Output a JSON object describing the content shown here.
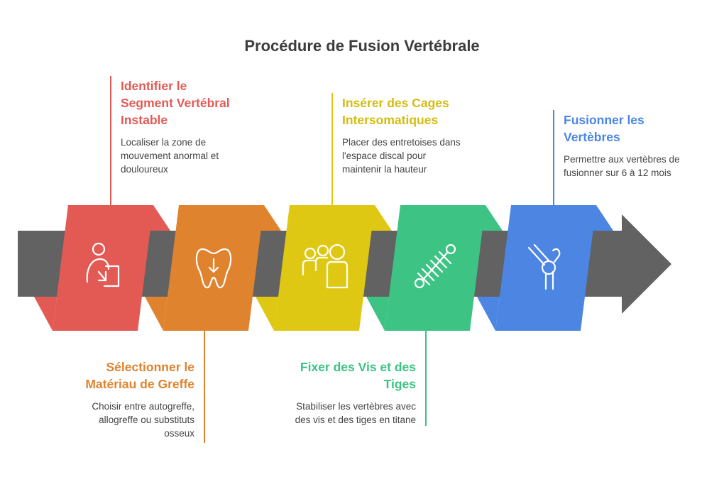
{
  "title": "Procédure de Fusion Vertébrale",
  "steps": [
    {
      "title_lines": [
        "Identifier le",
        "Segment Vertébral",
        "Instable"
      ],
      "desc_lines": [
        "Localiser la zone de",
        "mouvement anormal et",
        "douloureux"
      ],
      "color": "#E35A55",
      "dark": "#B8403C",
      "icon": "hand-pointing-person-icon"
    },
    {
      "title_lines": [
        "Sélectionner le",
        "Matériau de Greffe"
      ],
      "desc_lines": [
        "Choisir entre autogreffe,",
        "allogreffe ou substituts",
        "osseux"
      ],
      "color": "#E0832F",
      "dark": "#B46520",
      "icon": "tooth-arrow-icon"
    },
    {
      "title_lines": [
        "Insérer des Cages",
        "Intersomatiques"
      ],
      "desc_lines": [
        "Placer des entretoises dans",
        "l'espace discal pour",
        "maintenir la hauteur"
      ],
      "color": "#DFC814",
      "dark": "#B59F0A",
      "icon": "group-people-icon"
    },
    {
      "title_lines": [
        "Fixer des Vis et des",
        "Tiges"
      ],
      "desc_lines": [
        "Stabiliser les vertèbres avec",
        "des vis et des tiges en titane"
      ],
      "color": "#3DC384",
      "dark": "#2A9A63",
      "icon": "screw-icon"
    },
    {
      "title_lines": [
        "Fusionner les",
        "Vertèbres"
      ],
      "desc_lines": [
        "Permettre aux vertèbres de",
        "fusionner sur 6 à 12 mois"
      ],
      "color": "#4C86E2",
      "dark": "#3467B8",
      "icon": "joint-bones-icon"
    }
  ]
}
